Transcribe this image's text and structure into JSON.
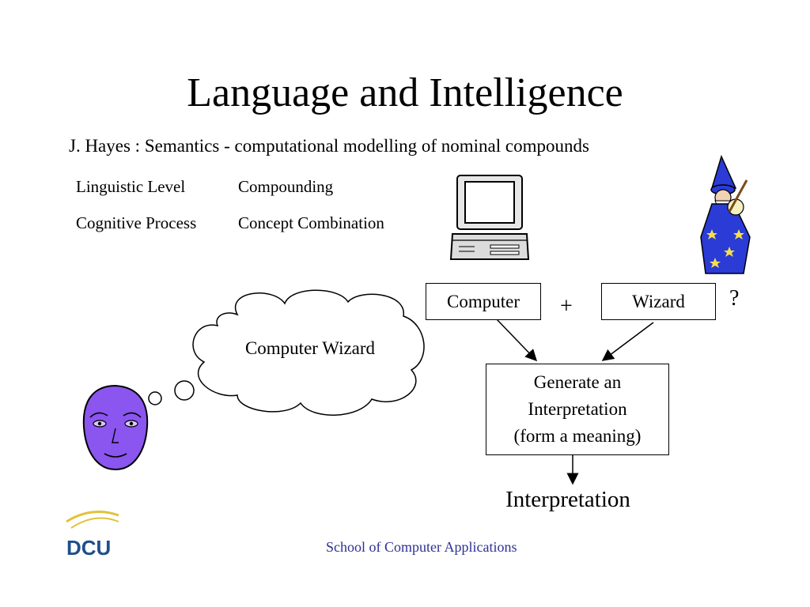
{
  "title": "Language and Intelligence",
  "subtitle": "J. Hayes : Semantics - computational modelling of nominal compounds",
  "table": {
    "rows": [
      {
        "level": "Linguistic Level",
        "value": "Compounding"
      },
      {
        "level": "Cognitive Process",
        "value": "Concept Combination"
      }
    ]
  },
  "diagram": {
    "box_computer": "Computer",
    "plus": "+",
    "box_wizard": "Wizard",
    "question": "?",
    "generate_line1": "Generate an",
    "generate_line2": "Interpretation",
    "generate_line3": "(form a meaning)",
    "result": "Interpretation",
    "thought": "Computer Wizard"
  },
  "logo_text": "DCU",
  "footer": "School of Computer Applications",
  "colors": {
    "face": "#8b55ef",
    "wizard_robe": "#2b3bd6",
    "footer": "#2e3192",
    "logo_blue": "#1f4e8c",
    "logo_gold": "#e2c23a"
  },
  "icons": [
    "computer-icon",
    "wizard-icon",
    "face-icon",
    "thought-cloud-icon",
    "dcu-logo"
  ]
}
